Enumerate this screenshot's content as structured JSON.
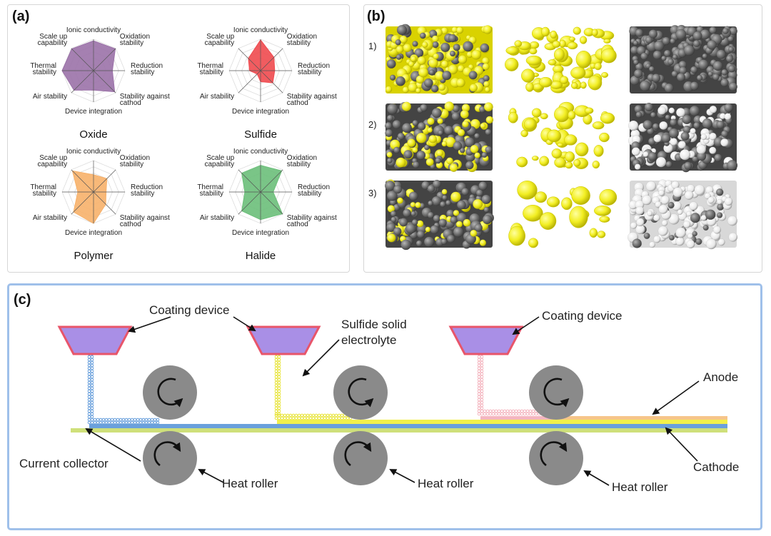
{
  "panel_a": {
    "label": "(a)",
    "axes": [
      [
        "Ionic conductivity"
      ],
      [
        "Oxidation",
        "stability"
      ],
      [
        "Reduction",
        "stability"
      ],
      [
        "Stability against",
        "cathod"
      ],
      [
        "Device integration"
      ],
      [
        "Air stability"
      ],
      [
        "Thermal",
        "stability"
      ],
      [
        "Scale up",
        "capability"
      ]
    ],
    "charts": [
      {
        "name": "Oxide",
        "color": "#9b72a8",
        "values": [
          0.95,
          0.98,
          0.6,
          0.95,
          0.62,
          0.88,
          1.0,
          0.98
        ]
      },
      {
        "name": "Sulfide",
        "color": "#f04a4f",
        "values": [
          0.98,
          0.6,
          0.45,
          0.55,
          0.35,
          0.15,
          0.35,
          0.55
        ]
      },
      {
        "name": "Polymer",
        "color": "#f7b16a",
        "values": [
          0.55,
          0.6,
          0.4,
          0.55,
          1.0,
          0.9,
          0.5,
          0.95
        ]
      },
      {
        "name": "Halide",
        "color": "#6cbf7a",
        "values": [
          0.85,
          0.95,
          0.4,
          0.98,
          0.88,
          0.85,
          0.5,
          0.85
        ]
      }
    ]
  },
  "panel_b": {
    "label": "(b)",
    "rows": [
      "1)",
      "2)",
      "3)"
    ]
  },
  "panel_c": {
    "label": "(c)",
    "coating_device_1": "Coating device",
    "coating_device_2": "Coating device",
    "sulfide_line1": "Sulfide solid",
    "sulfide_line2": "electrolyte",
    "anode": "Anode",
    "cathode": "Cathode",
    "current_collector": "Current collector",
    "heat_roller_1": "Heat roller",
    "heat_roller_2": "Heat roller",
    "heat_roller_3": "Heat roller",
    "colors": {
      "hopper": "#a98fe6",
      "hopper_edge": "#e8556a",
      "blue_layer": "#6aa0dc",
      "yellow_layer": "#f2f04a",
      "pink_layer": "#f4b6c0",
      "orange_layer": "#f6c58a",
      "green_layer": "#cfe07a",
      "roller": "#8a8a8a"
    }
  }
}
